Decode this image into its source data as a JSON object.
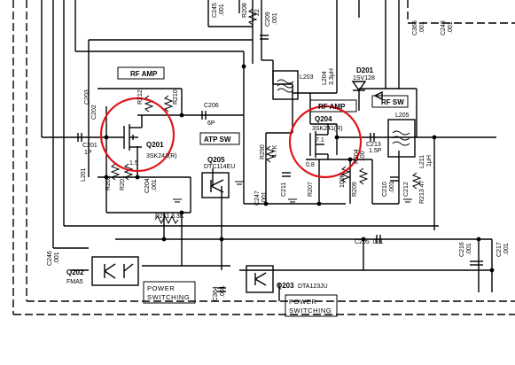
{
  "components": {
    "q201": {
      "ref": "Q201",
      "part": "3SK241(R)"
    },
    "q204": {
      "ref": "Q204",
      "part": "3SK241(R)"
    },
    "q205": {
      "ref": "Q205",
      "part": "DTC114EU"
    },
    "q202": {
      "ref": "Q202",
      "part": "FMA5"
    },
    "q203": {
      "ref": "Q203",
      "part": "DTA123JU"
    },
    "d201": {
      "ref": "D201",
      "part": "1SV128"
    },
    "l203": {
      "ref": "L203"
    },
    "l205": {
      "ref": "L205"
    }
  },
  "blocks": {
    "rf_amp_1": "RF AMP",
    "rf_amp_2": "RF AMP",
    "atp_sw": "ATP SW",
    "rf_sw": "RF SW",
    "power_switching_1": [
      "POWER",
      "SWITCHING"
    ],
    "power_switching_2": [
      "POWER",
      "SWITCHING"
    ]
  },
  "values": {
    "r211": "R211 3.3K",
    "c206": "C206",
    "c206_val": "6P",
    "c201": "C201",
    "c201_val": "1P",
    "c205": "C205 .001",
    "c213": "C213",
    "c213_val": "1.5P",
    "r213": "R213 47",
    "l211": "L211",
    "l211_val": "1μH",
    "l204": "L204",
    "l204_val": "3.3μH",
    "r290": "R290",
    "r290_val": "4.7K",
    "r204": "R204",
    "r204_val": "100",
    "r209": "R209",
    "r209_val": "100K",
    "c210": "C210",
    "c210_val": ".001",
    "c247": "C247",
    "c247_val": ".001",
    "c364": "C364",
    "c364_val": ".001",
    "c245": "C245",
    "c245_val": ".001",
    "c248": "C248",
    "c248_val": ".001",
    "c365": "C365",
    "c365_val": ".001",
    "c216": "C216",
    "c216_val": ".001",
    "c217": "C217",
    "c217_val": ".001",
    "c246": "C246",
    "c246_val": ".001",
    "r208": "R208",
    "r208_val": "22",
    "c209": "C209",
    "c209_val": ".001",
    "c204": "C204",
    "c204_val": ".001",
    "r212": "R212",
    "r210": "R210",
    "r202": "R202",
    "r201": "R201",
    "r207": "R207",
    "c202": "C202",
    "c203": "C203",
    "c212": "C212",
    "c211": "C211",
    "l201": "L201",
    "v_7_1": "7.1",
    "v_0_8": "0.8",
    "v_1_5": "1.5"
  },
  "colors": {
    "highlight": "#e0161b",
    "ink": "#000000",
    "paper": "#ffffff"
  }
}
